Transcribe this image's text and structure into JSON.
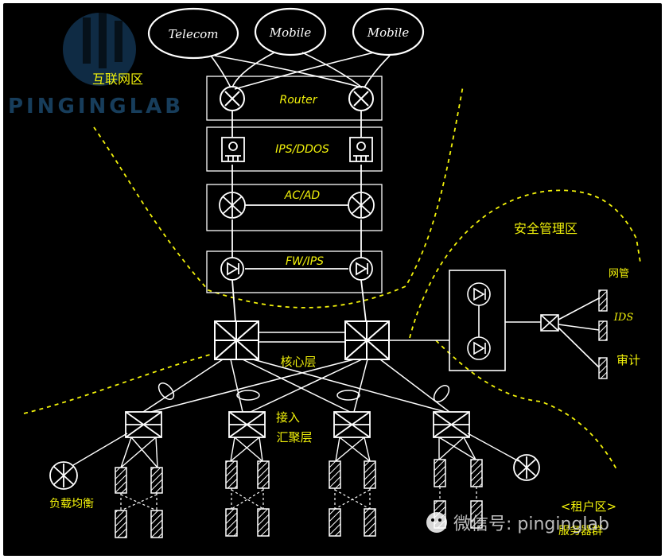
{
  "watermark": {
    "brand": "PINGINGLAB",
    "wechat_label": "微信号: pinginglab"
  },
  "isps": [
    "Telecom",
    "Mobile",
    "Mobile"
  ],
  "layers": {
    "router": "Router",
    "ips_ddos": "IPS/DDOS",
    "ac_ad": "AC/AD",
    "fw_ips": "FW/IPS"
  },
  "zones": {
    "internet": "互联网区",
    "security_mgmt": "安全管理区",
    "core": "核心层",
    "access_agg": [
      "接入",
      "汇聚层"
    ],
    "lb_server": "负载均衡",
    "tenant": "<租户区>",
    "tenant_sub": "服务器群"
  },
  "mgmt_devices": [
    "网管",
    "IDS",
    "审计"
  ],
  "colors": {
    "background": "#000000",
    "lines": "#ffffff",
    "labels": "#f2f20a",
    "watermark": "#2b6fa6"
  }
}
